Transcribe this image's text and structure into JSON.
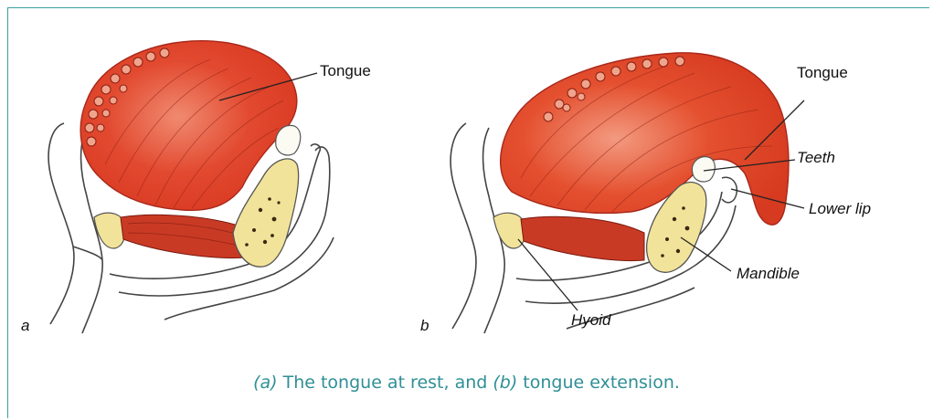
{
  "panels": [
    {
      "letter": "a",
      "labels": {
        "tongue": "Tongue"
      }
    },
    {
      "letter": "b",
      "labels": {
        "tongue": "Tongue",
        "teeth": "Teeth",
        "lower_lip": "Lower lip",
        "mandible": "Mandible",
        "hyoid": "Hyoid"
      }
    }
  ],
  "caption": {
    "part1_ref": "(a)",
    "part1_text": " The tongue at rest, and ",
    "part2_ref": "(b)",
    "part2_text": " tongue extension."
  },
  "colors": {
    "frame": "#3aa0a4",
    "caption": "#2f8f96",
    "muscle": "#e0402a",
    "bone": "#f2e39a"
  }
}
